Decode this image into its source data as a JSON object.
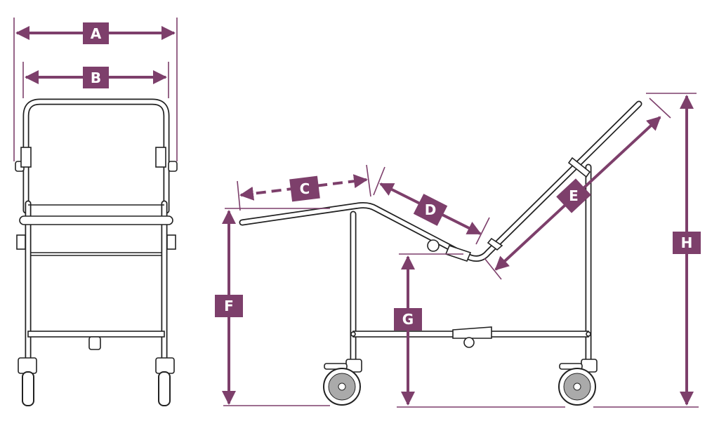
{
  "colors": {
    "accent": "#7d3f6b",
    "line": "#222222"
  },
  "dimensions": [
    {
      "id": "A",
      "label": "A"
    },
    {
      "id": "B",
      "label": "B"
    },
    {
      "id": "C",
      "label": "C"
    },
    {
      "id": "D",
      "label": "D"
    },
    {
      "id": "E",
      "label": "E"
    },
    {
      "id": "F",
      "label": "F"
    },
    {
      "id": "G",
      "label": "G"
    },
    {
      "id": "H",
      "label": "H"
    }
  ]
}
